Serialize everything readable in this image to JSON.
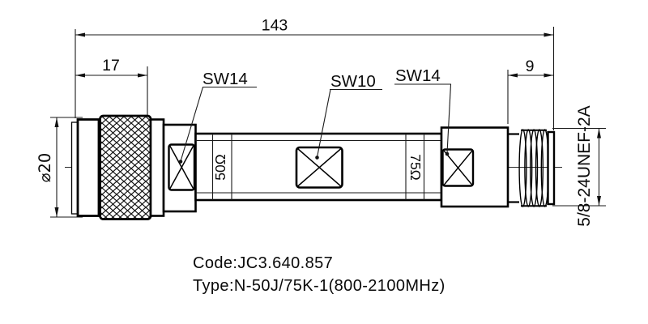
{
  "drawing": {
    "dims": {
      "total_length": "143",
      "left_connector": "17",
      "right_connector": "9",
      "diameter": "⌀20",
      "thread_spec": "5/8-24UNEF-2A"
    },
    "wrench": {
      "left": "SW14",
      "middle": "SW10",
      "right": "SW14"
    },
    "impedance": {
      "input": "50Ω",
      "output": "75Ω"
    },
    "footer": {
      "code": "Code:JC3.640.857",
      "type": "Type:N-50J/75K-1(800-2100MHz)"
    }
  }
}
